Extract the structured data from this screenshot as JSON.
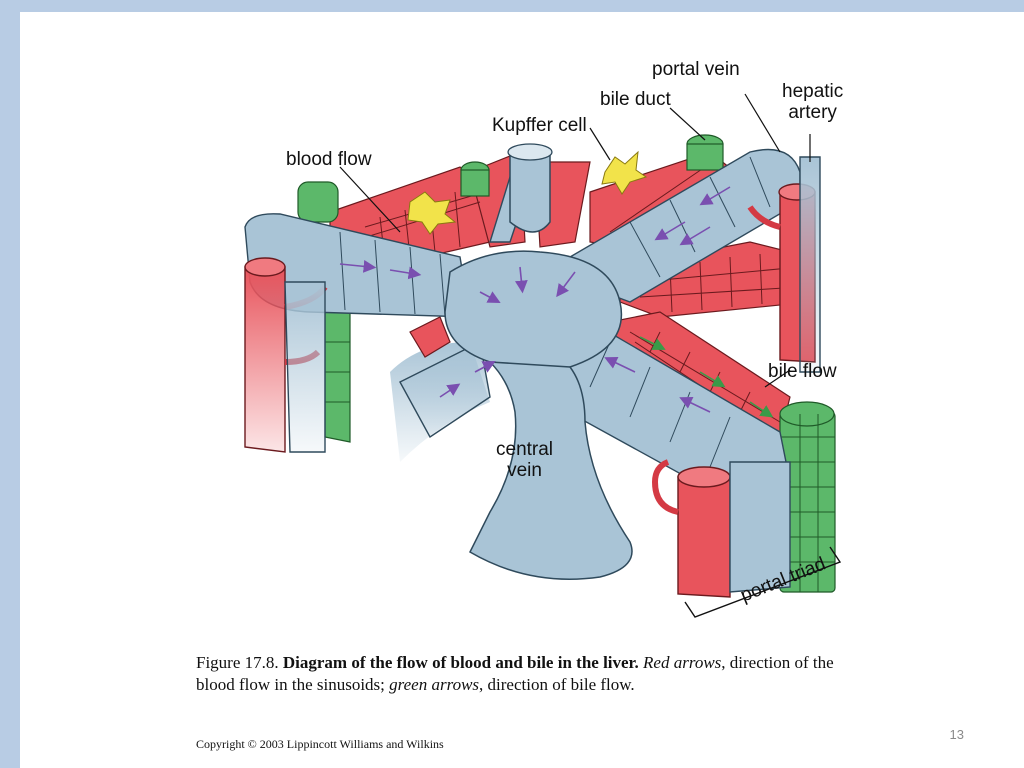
{
  "labels": {
    "portal_vein": "portal vein",
    "bile_duct": "bile duct",
    "hepatic_artery": "hepatic\nartery",
    "kupffer_cell": "Kupffer cell",
    "blood_flow": "blood flow",
    "bile_flow": "bile flow",
    "central_vein": "central\nvein",
    "portal_triad": "portal triad"
  },
  "caption": {
    "figure_number": "Figure 17.8.",
    "title": "Diagram of the flow of blood and  bile in the liver.",
    "red_arrows": "Red arrows",
    "red_desc": ", direction of the blood flow in the sinusoids; ",
    "green_arrows": "green arrows",
    "green_desc": ", direction of bile flow."
  },
  "copyright": "Copyright © 2003 Lippincott Williams and Wilkins",
  "page_number": "13",
  "colors": {
    "background": "#b8cce4",
    "vein_blue": "#a9c4d6",
    "hepatocyte_red": "#e8545c",
    "bile_green": "#5cb86a",
    "kupffer_yellow": "#f2e34a",
    "arrow_purple": "#7a4fb0"
  }
}
